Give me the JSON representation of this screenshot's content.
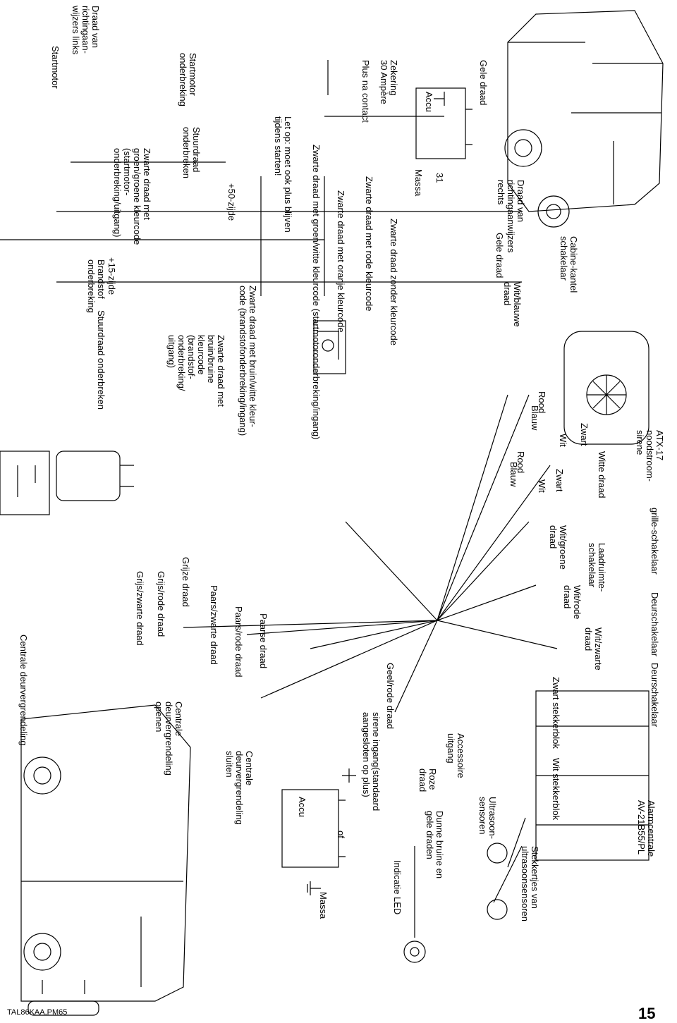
{
  "labels": {
    "draad_links": "Draad van\nrichtingaan-\nwijzers links",
    "gele_draad_1": "Gele draad",
    "draad_rechts": "Draad van\nrichtingaanwijzers\nrechts",
    "gele_draad_2": "Gele draad",
    "cabine": "Cabine-kantel\nschakelaar",
    "wit_blauwe": "Wit/blauwe\ndraad",
    "atx": "ATX-17\nnoodstroom-\nsirene",
    "grille": "grille-schakelaar",
    "witte_draad": "Witte draad",
    "zwart_1": "Zwart",
    "wit_1": "Wit",
    "rood_1": "Rood",
    "blauw_1": "Blauw",
    "zwart_2": "Zwart",
    "wit_2": "Wit",
    "rood_2": "Rood",
    "blauw_2": "Blauw",
    "laadruimte": "Laadruimte-\nschakelaar",
    "wit_groene": "Wit/groene\ndraad",
    "deurschakelaar_1": "Deurschakelaar",
    "wit_rode": "Wit/rode\ndraad",
    "wit_zwarte": "Wit/zwarte\ndraad",
    "deurschakelaar_2": "Deurschakelaar",
    "zwart_stekkerblok": "Zwart stekkerblok",
    "alarmcentrale": "Alarmcentrale\nAV-21B55/PL",
    "wit_stekkerblok": "Wit stekkerblok",
    "ultrasoon": "Ultrasoon-\nsensoren",
    "stekkertjes": "Stekkertjes van\nultrasoonsensoren",
    "accessoire": "Accessoire\nuitgang",
    "roze": "Roze\ndraad",
    "dunne": "Dunne bruine en\ngele draden",
    "geel_rode": "Geel/rode draad",
    "sirene_ingang": "sirene ingang(standaard\naangesloten op plus)",
    "indicatie": "Indicatie LED",
    "of": "of",
    "accu_1": "Accu",
    "accu_2": "Accu",
    "massa_1": "Massa",
    "massa_2": "Massa",
    "num_31": "31",
    "zekering": "Zekering\n30 Ampère",
    "zwarte_zonder": "Zwarte draad zonder kleurcode",
    "plus_na": "Plus na contact",
    "zwarte_rode": "Zwarte draad met rode kleurcode",
    "zwarte_oranje": "Zwarte draad met oranje kleurcode",
    "zwarte_groen_wit": "Zwarte draad met groen/witte kleurcode (startmotoronderbreking/ingang)",
    "let_op": "Let op: moet ook plus blijven\ntijdens starten!",
    "plus50": "+50-zijde",
    "zwarte_bruin_witte": "Zwarte draad met bruin/witte kleur-\ncode (brandstofonderbreking/ingang)",
    "zwarte_bruin_bruine": "Zwarte draad met\nbruin/bruine\nkleurcode\n(brandstof-\nonderbreking/\nuitgang)",
    "startmotor_onderbreking": "Startmotor\nonderbreking",
    "stuurdraad_onderbreken_1": "Stuurdraad\nonderbreken",
    "zwarte_groen_groene": "Zwarte draad met\ngroen/groene kleurcode\n(startmotor-\nonderbreking/uitgang)",
    "plus15": "+15-zijde",
    "brandstof_onderbreking": "Brandstof\nonderbreking",
    "stuurdraad_onderbreken_2": "Stuurdraad onderbreken",
    "startmotor": "Startmotor",
    "paarse": "Paarse draad",
    "paars_rode": "Paars/rode draad",
    "paars_zwarte": "Paars/zwarte draad",
    "grijze": "Grijze draad",
    "grijs_rode": "Grijs/rode draad",
    "grijs_zwarte": "Grijs/zwarte draad",
    "centrale_sluiten": "Centrale\ndeurvergrendeling\nsluiten",
    "centrale_openen": "Centrale\ndeurvergrendeling\nopenen",
    "centrale_deur": "Centrale deurvergrendeling"
  },
  "footer": {
    "file": "TAL86KAA.PM65",
    "page": "15"
  }
}
